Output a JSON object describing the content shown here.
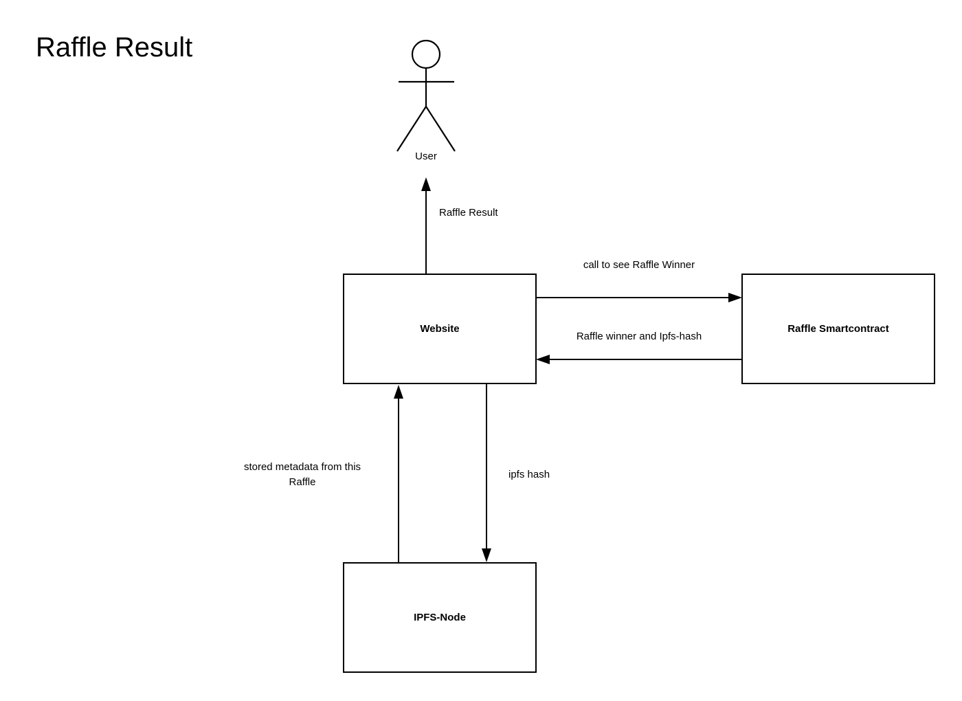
{
  "title": "Raffle Result",
  "actors": [
    {
      "id": "user",
      "label": "User",
      "type": "stick-figure"
    }
  ],
  "nodes": [
    {
      "id": "website",
      "label": "Website",
      "shape": "rectangle"
    },
    {
      "id": "smartcontract",
      "label": "Raffle Smartcontract",
      "shape": "rectangle"
    },
    {
      "id": "ipfsnode",
      "label": "IPFS-Node",
      "shape": "rectangle"
    }
  ],
  "edges": [
    {
      "id": "website-to-user",
      "label": "Raffle Result",
      "from": "website",
      "to": "user",
      "direction": "up"
    },
    {
      "id": "website-to-smartcontract",
      "label": "call to see Raffle Winner",
      "from": "website",
      "to": "smartcontract",
      "direction": "right"
    },
    {
      "id": "smartcontract-to-website",
      "label": "Raffle winner and Ipfs-hash",
      "from": "smartcontract",
      "to": "website",
      "direction": "left"
    },
    {
      "id": "ipfsnode-to-website",
      "label_line1": "stored metadata from this",
      "label_line2": "Raffle",
      "from": "ipfsnode",
      "to": "website",
      "direction": "up"
    },
    {
      "id": "website-to-ipfsnode",
      "label": "ipfs hash",
      "from": "website",
      "to": "ipfsnode",
      "direction": "down"
    }
  ],
  "colors": {
    "background": "#ffffff",
    "stroke": "#000000",
    "text": "#000000"
  }
}
